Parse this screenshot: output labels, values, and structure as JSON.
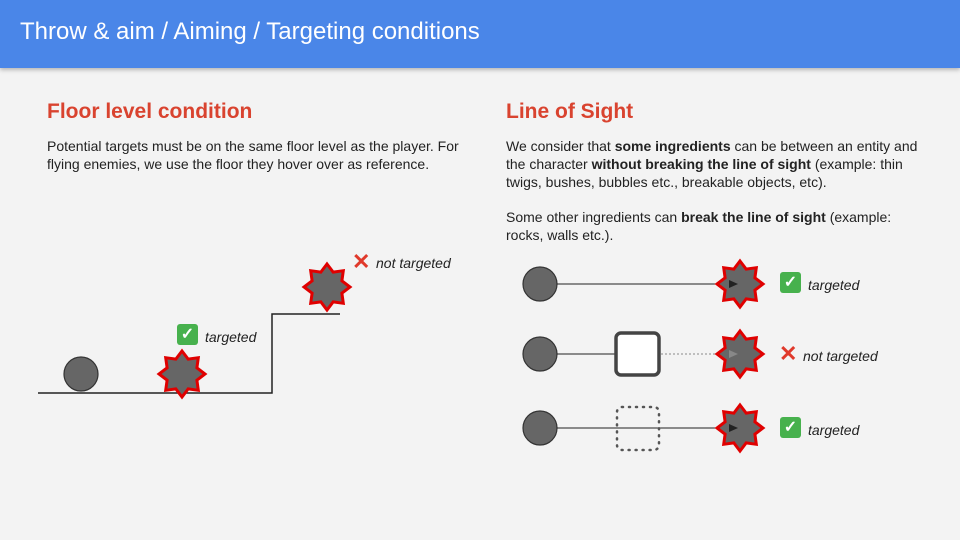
{
  "header": {
    "title": "Throw & aim / Aiming / Targeting conditions"
  },
  "left": {
    "heading": "Floor level condition",
    "paragraph": "Potential targets must be on the same floor level as the player. For flying enemies, we use the floor they hover over as reference.",
    "targeted_label": "targeted",
    "not_targeted_label": "not targeted"
  },
  "right": {
    "heading": "Line of Sight",
    "p1": {
      "t1": "We consider that ",
      "b1": "some ingredients",
      "t2": " can be between an entity and the character ",
      "b2": "without breaking the line of sight",
      "t3": " (example: thin twigs, bushes, bubbles etc., breakable objects, etc)."
    },
    "p2": {
      "t1": "Some other ingredients can ",
      "b1": "break the line of sight",
      "t2": " (example: rocks, walls etc.)."
    },
    "row1_label": "targeted",
    "row2_label": "not targeted",
    "row3_label": "targeted"
  },
  "colors": {
    "header_bg": "#4a86e8",
    "heading": "#d9432f",
    "star_fill": "#666666",
    "star_stroke": "#e00000",
    "check_bg": "#47b14d"
  }
}
